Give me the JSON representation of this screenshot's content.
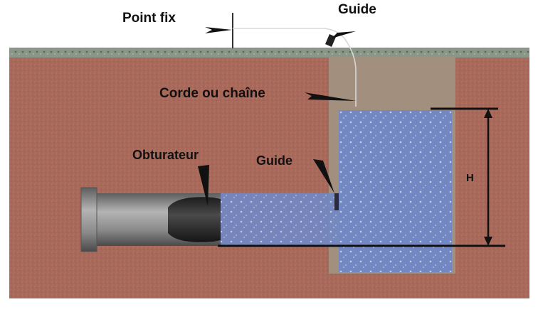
{
  "labels": {
    "point_fix": "Point fix",
    "guide_top": "Guide",
    "corde": "Corde ou chaîne",
    "obturateur": "Obturateur",
    "guide_mid": "Guide",
    "h": "H"
  },
  "colors": {
    "soil": "#a8695a",
    "grass": "#7f8c7c",
    "trench": "#a19181",
    "water": "#6f84c4",
    "pipe": "#8b8b8b",
    "plug": "#2a2a2a",
    "arrow": "#111111"
  }
}
